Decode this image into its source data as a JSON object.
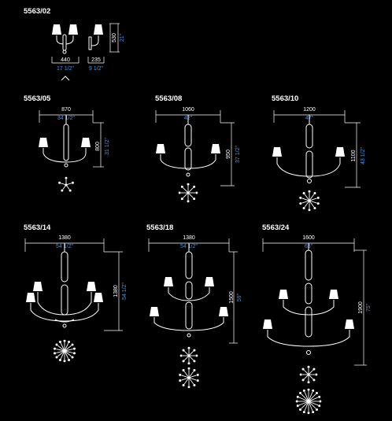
{
  "colors": {
    "background": "#000000",
    "text": "#ffffff",
    "inch": "#4a90d9"
  },
  "products": [
    {
      "code": "5563/02",
      "width_mm": "440",
      "width_in": "17 1/2\"",
      "depth_mm": "235",
      "depth_in": "9 1/2\"",
      "height_mm": "530",
      "height_in": "21\""
    },
    {
      "code": "5563/05",
      "width_mm": "870",
      "width_in": "34 1/2\"",
      "height_mm": "800",
      "height_in": "31 1/2\""
    },
    {
      "code": "5563/08",
      "width_mm": "1060",
      "width_in": "42\"",
      "height_mm": "950",
      "height_in": "37 1/2\""
    },
    {
      "code": "5563/10",
      "width_mm": "1200",
      "width_in": "47\"",
      "height_mm": "1100",
      "height_in": "43 1/2\""
    },
    {
      "code": "5563/14",
      "width_mm": "1380",
      "width_in": "54 1/2\"",
      "height_mm": "1380",
      "height_in": "54 1/2\""
    },
    {
      "code": "5563/18",
      "width_mm": "1380",
      "width_in": "54 1/2\"",
      "height_mm": "1500",
      "height_in": "59\""
    },
    {
      "code": "5563/24",
      "width_mm": "1600",
      "width_in": "63\"",
      "height_mm": "1900",
      "height_in": "75\""
    }
  ]
}
